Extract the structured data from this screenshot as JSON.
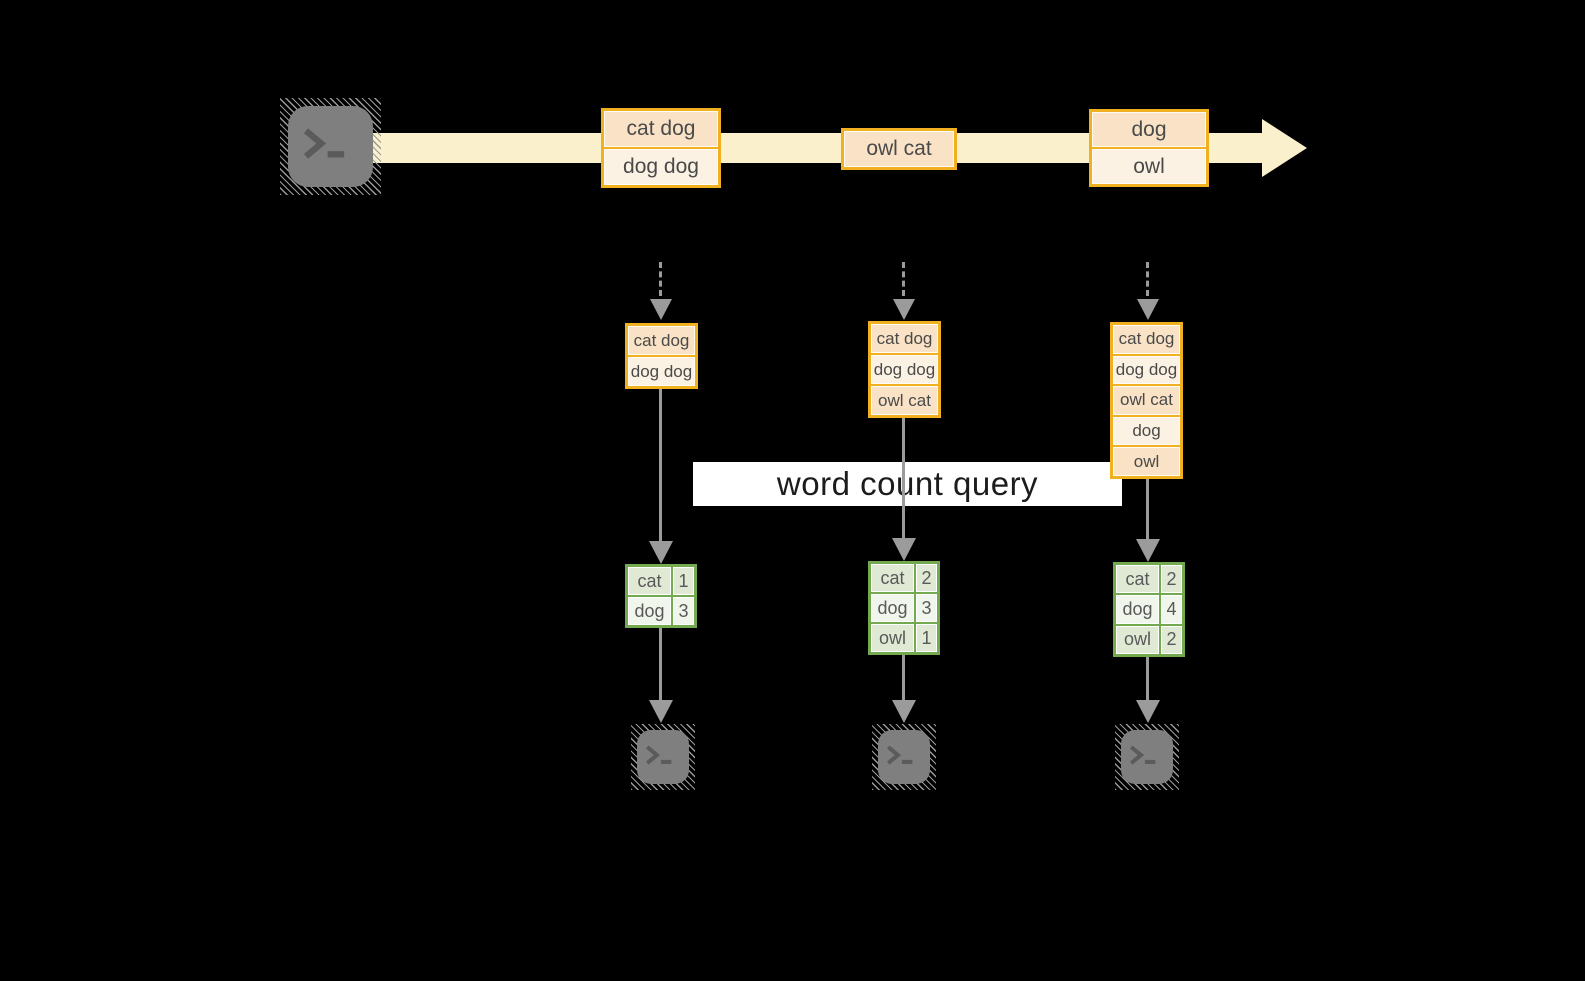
{
  "query_band": {
    "label": "word count query"
  },
  "stream": {
    "events": [
      {
        "rows": [
          "cat dog",
          "dog dog"
        ]
      },
      {
        "rows": [
          "owl cat"
        ]
      },
      {
        "rows": [
          "dog",
          "owl"
        ]
      }
    ]
  },
  "workers": [
    {
      "state_rows": [
        "cat dog",
        "dog dog"
      ],
      "counts": [
        [
          "cat",
          "1"
        ],
        [
          "dog",
          "3"
        ]
      ]
    },
    {
      "state_rows": [
        "cat dog",
        "dog dog",
        "owl cat"
      ],
      "counts": [
        [
          "cat",
          "2"
        ],
        [
          "dog",
          "3"
        ],
        [
          "owl",
          "1"
        ]
      ]
    },
    {
      "state_rows": [
        "cat dog",
        "dog dog",
        "owl cat",
        "dog",
        "owl"
      ],
      "counts": [
        [
          "cat",
          "2"
        ],
        [
          "dog",
          "4"
        ],
        [
          "owl",
          "2"
        ]
      ]
    }
  ],
  "icons": {
    "source": "terminal-icon",
    "outputs": [
      "terminal-icon",
      "terminal-icon",
      "terminal-icon"
    ]
  },
  "colors": {
    "background": "#000000",
    "stream_fill": "#FAF0CC",
    "event_border": "#F0B01F",
    "event_fill_dark": "#F9E2C5",
    "event_fill_light": "#FCF2E4",
    "table_border": "#73A94F",
    "table_fill_dark": "#DFE9D3",
    "table_fill_light": "#F1F6EC",
    "arrow_gray": "#9B9B9B",
    "terminal_gray": "#7F7F7F",
    "query_band_bg": "#FFFFFF"
  }
}
